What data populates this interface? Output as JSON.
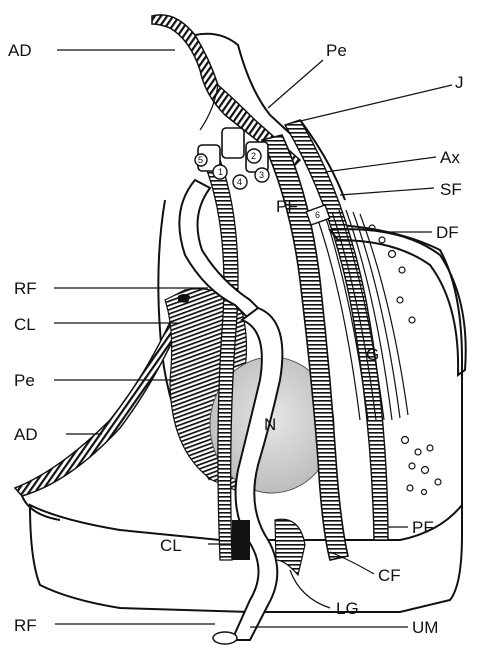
{
  "labels": {
    "left": {
      "AD_top": "AD",
      "RF_mid": "RF",
      "CL_mid": "CL",
      "Pe_mid": "Pe",
      "AD_mid": "AD",
      "CL_low": "CL",
      "RF_bottom": "RF"
    },
    "right": {
      "Pe_top": "Pe",
      "J": "J",
      "Ax": "Ax",
      "SF": "SF",
      "DF": "DF",
      "PF_right": "PF",
      "CF": "CF",
      "LG": "LG",
      "UM": "UM"
    },
    "inner": {
      "PF_inner": "PF",
      "N": "N",
      "G": "G"
    },
    "microtubule_numbers": [
      "1",
      "2",
      "3",
      "4",
      "5",
      "6"
    ]
  },
  "colors": {
    "ink": "#111111",
    "background": "#ffffff",
    "nucleus_fill": "#d8d8d8"
  }
}
